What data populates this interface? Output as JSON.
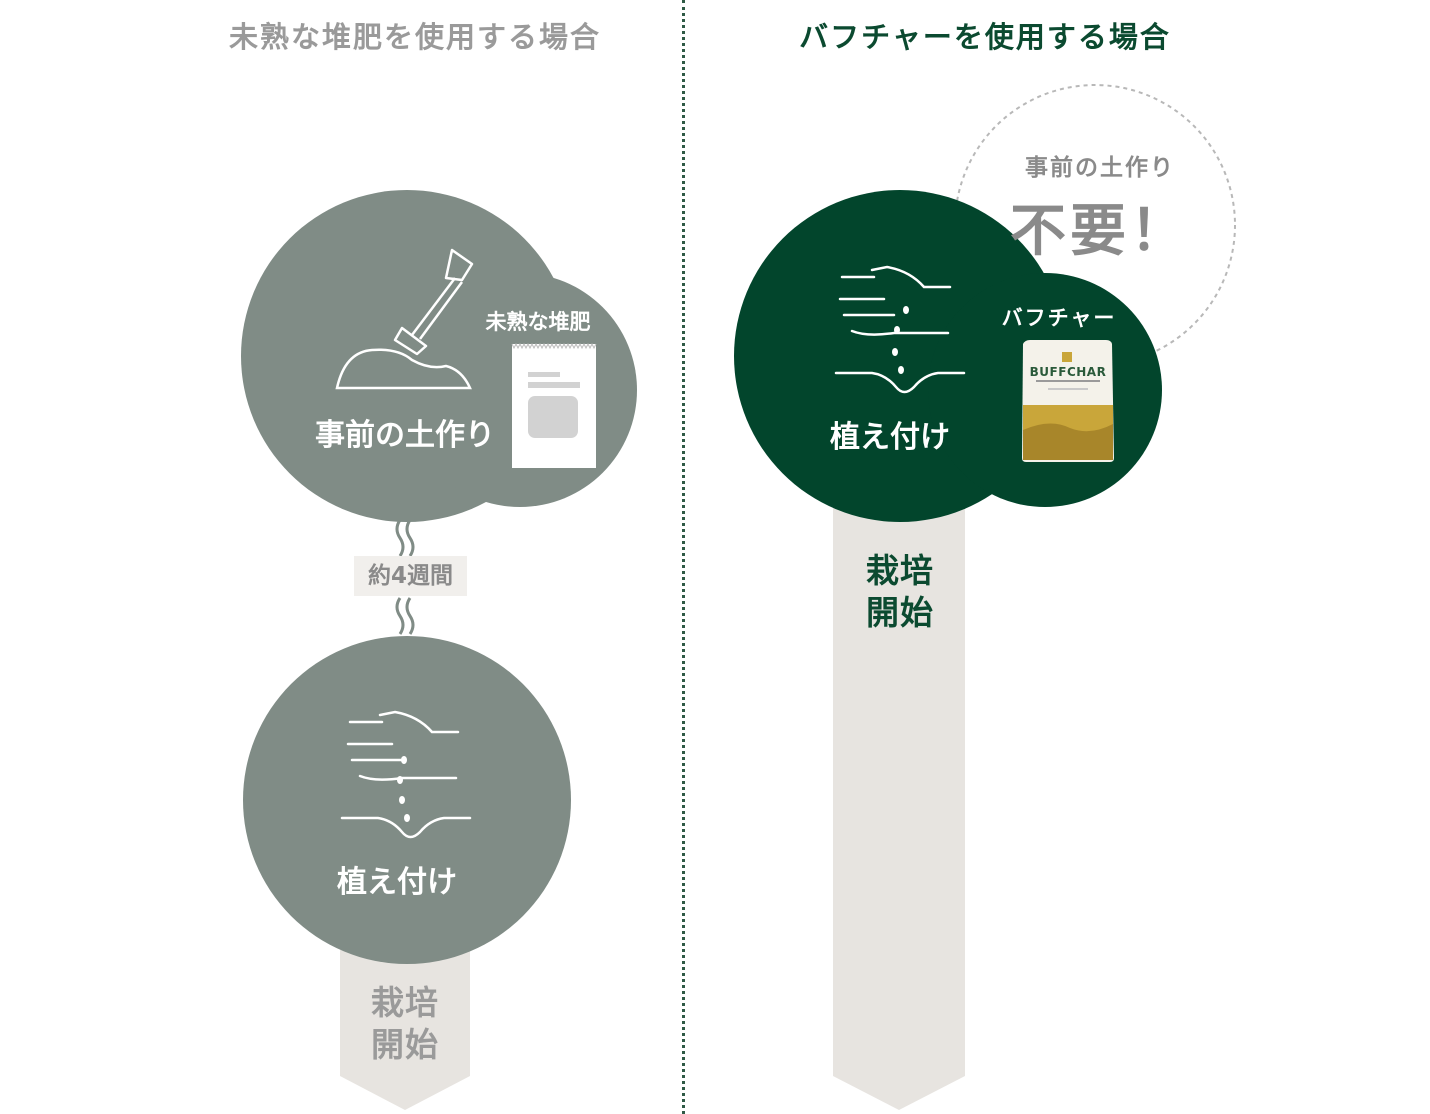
{
  "left": {
    "heading": "未熟な堆肥を使用する場合",
    "step1_label": "事前の土作り",
    "compost_label": "未熟な堆肥",
    "duration": "約4週間",
    "step2_label": "植え付け",
    "result_line1": "栽培",
    "result_line2": "開始"
  },
  "right": {
    "heading": "バフチャーを使用する場合",
    "callout_small": "事前の土作り",
    "callout_big": "不要！",
    "step_label": "植え付け",
    "product_label": "バフチャー",
    "bag_brand": "BUFFCHAR",
    "result_line1": "栽培",
    "result_line2": "開始"
  },
  "colors": {
    "gray_circle": "#808c86",
    "green_circle": "#02452c",
    "arrow_bg": "#e7e4e0",
    "left_heading": "#9a9a9a",
    "right_heading": "#0b4a30",
    "left_result_text": "#9a9a9a",
    "right_result_text": "#0b4a30"
  },
  "icons": [
    "shovel-icon",
    "soil-mound-icon",
    "compost-bag-icon",
    "sowing-hand-icon",
    "buffchar-bag-icon",
    "wavy-connector-icon"
  ]
}
